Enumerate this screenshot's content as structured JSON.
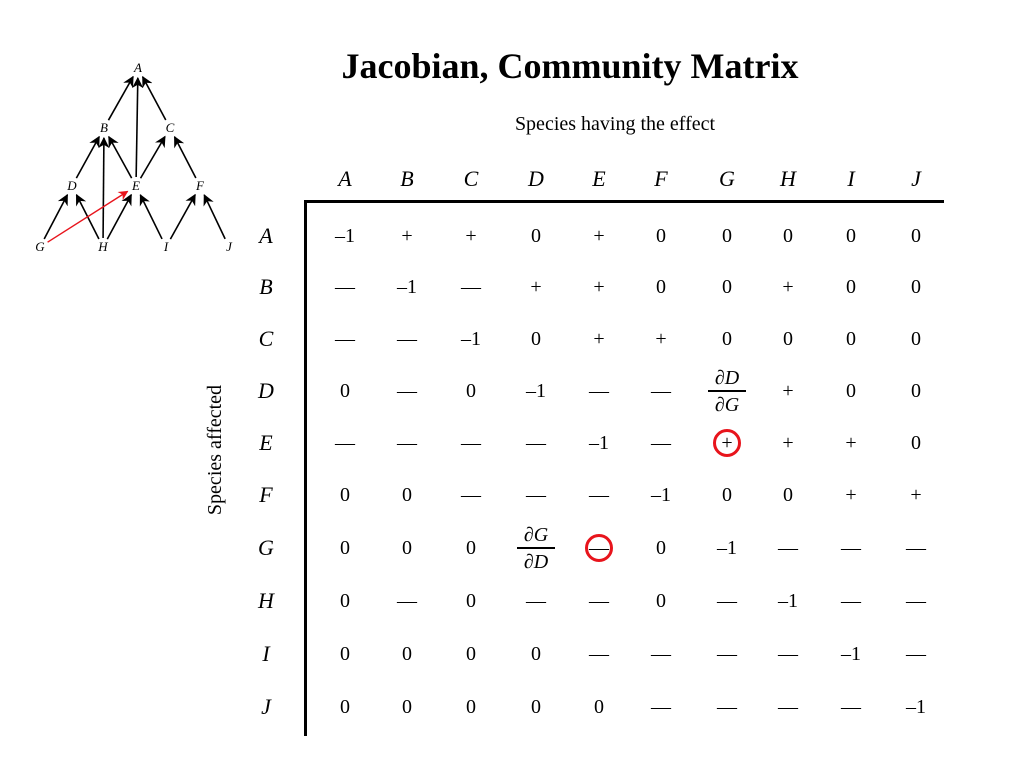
{
  "title": "Jacobian, Community Matrix",
  "column_heading": "Species having the effect",
  "row_heading": "Species affected",
  "species": [
    "A",
    "B",
    "C",
    "D",
    "E",
    "F",
    "G",
    "H",
    "I",
    "J"
  ],
  "matrix": [
    [
      "–1",
      "+",
      "+",
      "0",
      "+",
      "0",
      "0",
      "0",
      "0",
      "0"
    ],
    [
      "—",
      "–1",
      "—",
      "+",
      "+",
      "0",
      "0",
      "+",
      "0",
      "0"
    ],
    [
      "—",
      "—",
      "–1",
      "0",
      "+",
      "+",
      "0",
      "0",
      "0",
      "0"
    ],
    [
      "0",
      "—",
      "0",
      "–1",
      "—",
      "—",
      "∂D/∂G",
      "+",
      "0",
      "0"
    ],
    [
      "—",
      "—",
      "—",
      "—",
      "–1",
      "—",
      "+",
      "+",
      "+",
      "0"
    ],
    [
      "0",
      "0",
      "—",
      "—",
      "—",
      "–1",
      "0",
      "0",
      "+",
      "+"
    ],
    [
      "0",
      "0",
      "0",
      "∂G/∂D",
      "—",
      "0",
      "–1",
      "—",
      "—",
      "—"
    ],
    [
      "0",
      "—",
      "0",
      "—",
      "—",
      "0",
      "—",
      "–1",
      "—",
      "—"
    ],
    [
      "0",
      "0",
      "0",
      "0",
      "—",
      "—",
      "—",
      "—",
      "–1",
      "—"
    ],
    [
      "0",
      "0",
      "0",
      "0",
      "0",
      "—",
      "—",
      "—",
      "—",
      "–1"
    ]
  ],
  "highlighted_cells": [
    {
      "row": "E",
      "col": "G"
    },
    {
      "row": "G",
      "col": "E"
    }
  ],
  "highlight_color": "#e8141c",
  "food_web": {
    "nodes": [
      "A",
      "B",
      "C",
      "D",
      "E",
      "F",
      "G",
      "H",
      "I",
      "J"
    ],
    "edges": [
      [
        "B",
        "A"
      ],
      [
        "C",
        "A"
      ],
      [
        "E",
        "A"
      ],
      [
        "D",
        "B"
      ],
      [
        "E",
        "B"
      ],
      [
        "H",
        "B"
      ],
      [
        "E",
        "C"
      ],
      [
        "F",
        "C"
      ],
      [
        "G",
        "D"
      ],
      [
        "H",
        "D"
      ],
      [
        "H",
        "E"
      ],
      [
        "I",
        "E"
      ],
      [
        "I",
        "F"
      ],
      [
        "J",
        "F"
      ],
      [
        "G",
        "E"
      ]
    ],
    "highlighted_edge": [
      "G",
      "E"
    ],
    "edge_color": "#000000",
    "highlight_color": "#e8141c"
  }
}
